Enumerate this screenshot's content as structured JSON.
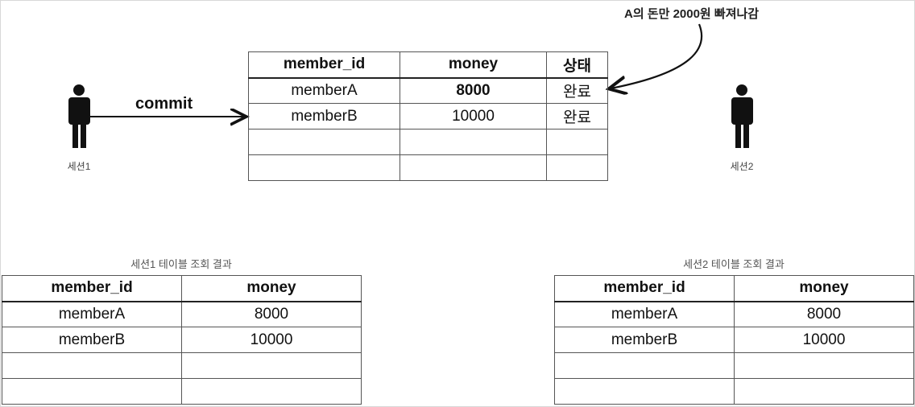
{
  "annotation": "A의 돈만 2000원 빠져나감",
  "commit_label": "commit",
  "session1": {
    "label": "세션1",
    "table_caption": "세션1 테이블 조회 결과"
  },
  "session2": {
    "label": "세션2",
    "table_caption": "세션2 테이블 조회 결과"
  },
  "main_table": {
    "headers": [
      "member_id",
      "money",
      "상태"
    ],
    "rows": [
      [
        "memberA",
        "8000",
        "완료"
      ],
      [
        "memberB",
        "10000",
        "완료"
      ]
    ]
  },
  "session1_table": {
    "headers": [
      "member_id",
      "money"
    ],
    "rows": [
      [
        "memberA",
        "8000"
      ],
      [
        "memberB",
        "10000"
      ]
    ]
  },
  "session2_table": {
    "headers": [
      "member_id",
      "money"
    ],
    "rows": [
      [
        "memberA",
        "8000"
      ],
      [
        "memberB",
        "10000"
      ]
    ]
  }
}
